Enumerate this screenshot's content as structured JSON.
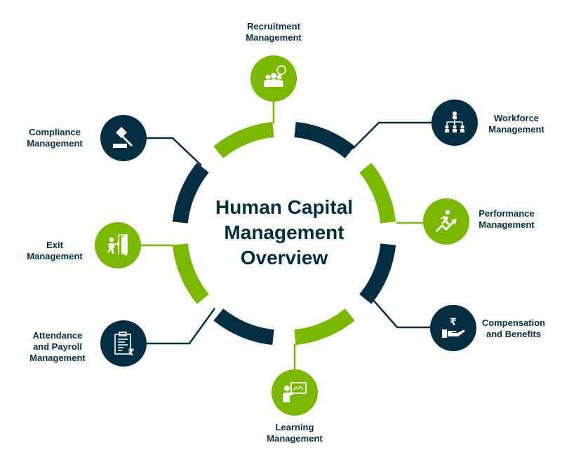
{
  "title": [
    "Human Capital",
    "Management",
    "Overview"
  ],
  "colors": {
    "navy": "#032e42",
    "green": "#7ab800"
  },
  "nodes": [
    {
      "id": "recruitment",
      "label": [
        "Recruitment",
        "Management"
      ],
      "icon": "group-chat-icon",
      "color": "green"
    },
    {
      "id": "workforce",
      "label": [
        "Workforce",
        "Management"
      ],
      "icon": "org-chart-icon",
      "color": "navy"
    },
    {
      "id": "performance",
      "label": [
        "Performance",
        "Management"
      ],
      "icon": "runner-arrow-up-icon",
      "color": "green"
    },
    {
      "id": "compensation",
      "label": [
        "Compensation",
        "and Benefits"
      ],
      "icon": "rupee-hand-icon",
      "color": "navy"
    },
    {
      "id": "learning",
      "label": [
        "Learning",
        "Management"
      ],
      "icon": "presentation-icon",
      "color": "green"
    },
    {
      "id": "attendance",
      "label": [
        "Attendance",
        "and Payroll",
        "Management"
      ],
      "icon": "clipboard-rupee-icon",
      "color": "navy"
    },
    {
      "id": "exit",
      "label": [
        "Exit",
        "Management"
      ],
      "icon": "exit-door-icon",
      "color": "green"
    },
    {
      "id": "compliance",
      "label": [
        "Compliance",
        "Management"
      ],
      "icon": "gavel-icon",
      "color": "navy"
    }
  ]
}
